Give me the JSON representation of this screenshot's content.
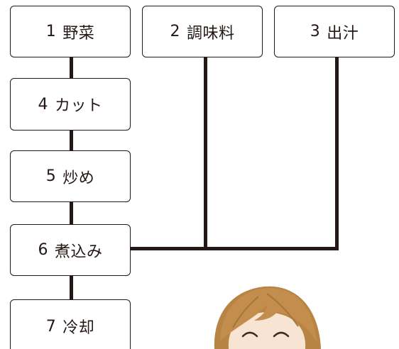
{
  "diagram": {
    "steps": [
      {
        "number": "1",
        "label": "野菜"
      },
      {
        "number": "2",
        "label": "調味料"
      },
      {
        "number": "3",
        "label": "出汁"
      },
      {
        "number": "4",
        "label": "カット"
      },
      {
        "number": "5",
        "label": "炒め"
      },
      {
        "number": "6",
        "label": "煮込み"
      },
      {
        "number": "7",
        "label": "冷却"
      }
    ],
    "colors": {
      "line": "#231815",
      "box_border": "#231815",
      "box_fill": "#ffffff",
      "hair": "#c08a4a",
      "skin": "#f7e3d0"
    },
    "illustration": "smiling-woman-face"
  }
}
